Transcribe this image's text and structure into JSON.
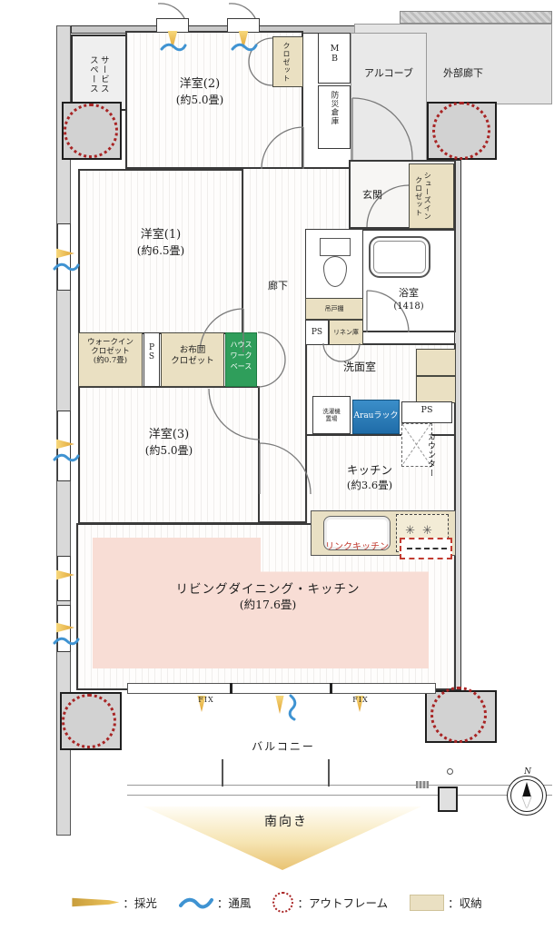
{
  "rooms": {
    "service_space": {
      "line1": "サービス",
      "line2": "スペース"
    },
    "yoshitsu2": {
      "name": "洋室(2)",
      "size": "(約5.0畳)"
    },
    "closet2": {
      "label": "クロゼット"
    },
    "mb": {
      "label": "MB"
    },
    "bousai": {
      "label": "防災倉庫"
    },
    "alcove": {
      "label": "アルコーブ"
    },
    "gaibu_rouka": {
      "label": "外部廊下"
    },
    "genkan": {
      "label": "玄関"
    },
    "shoes_closet": {
      "line1": "シューズイン",
      "line2": "クロゼット"
    },
    "yoshitsu1": {
      "name": "洋室(1)",
      "size": "(約6.5畳)"
    },
    "rouka": {
      "label": "廊下"
    },
    "bath": {
      "name": "浴室",
      "size": "(1418)"
    },
    "tsuridodana": {
      "label": "吊戸棚"
    },
    "ps_toilet": {
      "label": "PS"
    },
    "linen": {
      "label": "リネン庫"
    },
    "senmen": {
      "label": "洗面室"
    },
    "sentakuki": {
      "line1": "洗濯機",
      "line2": "置場"
    },
    "arau": {
      "label": "Arauラック"
    },
    "ps_kitchen": {
      "label": "PS"
    },
    "counter": {
      "label": "カウンター"
    },
    "kitchen": {
      "name": "キッチン",
      "size": "(約3.6畳)"
    },
    "link_kitchen": {
      "label": "リンクキッチン"
    },
    "wic": {
      "line1": "ウォークイン",
      "line2": "クロゼット",
      "size": "(約0.7畳)"
    },
    "ps_wic": {
      "label": "PS"
    },
    "futon": {
      "line1": "お布団",
      "line2": "クロゼット"
    },
    "hwb": {
      "line1": "ハウス",
      "line2": "ワーク",
      "line3": "ベース"
    },
    "yoshitsu3": {
      "name": "洋室(3)",
      "size": "(約5.0畳)"
    },
    "ldk": {
      "name": "リビングダイニング・キッチン",
      "size": "(約17.6畳)"
    },
    "balcony": {
      "label": "バルコニー"
    }
  },
  "windows": {
    "fix_left": "FIX",
    "fix_right": "FIX"
  },
  "orientation": {
    "south": "南向き",
    "north": "N"
  },
  "legend": {
    "saikou": "：採光",
    "tsuufuu": "：通風",
    "outframe": "：アウトフレーム",
    "shuunou": "：収納"
  },
  "colors": {
    "wall": "#3a3a3a",
    "storage_beige": "#eae0c2",
    "housework_green": "#2f9e5b",
    "arau_blue": "#2679b8",
    "ldk_pink": "#f8ddd5",
    "outframe_red": "#a82424",
    "light_gold": "#e6b64c",
    "wind_blue": "#3f93d2"
  }
}
